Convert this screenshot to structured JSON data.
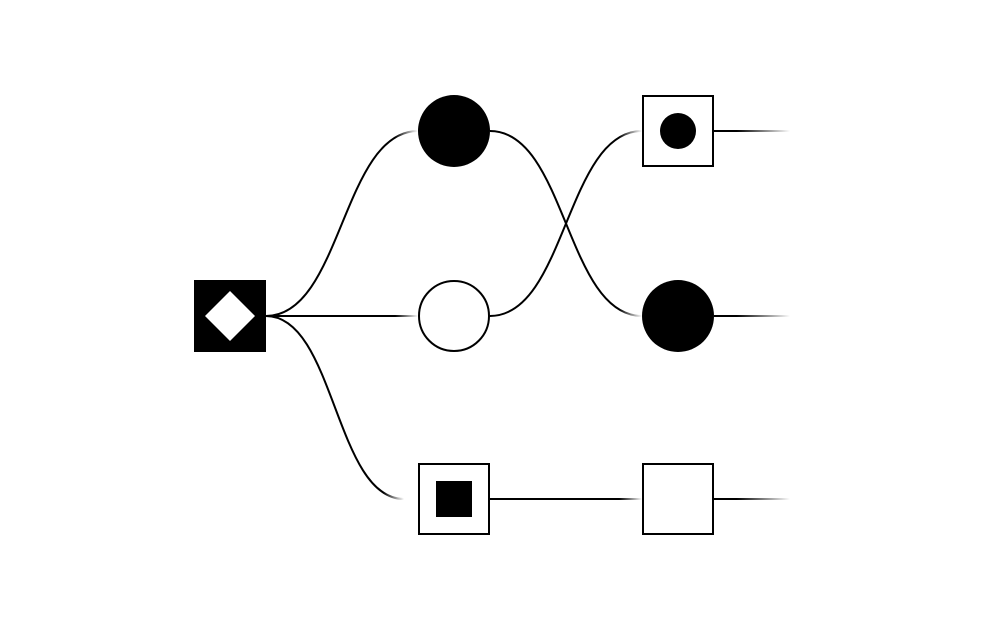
{
  "colors": {
    "background": "#ffffff",
    "ink": "#000000"
  },
  "nodes": [
    {
      "id": "source",
      "shape": "square-filled",
      "glyph": "diamond-white"
    },
    {
      "id": "a1",
      "shape": "circle-filled"
    },
    {
      "id": "a2",
      "shape": "circle-outline"
    },
    {
      "id": "a3",
      "shape": "square-outline",
      "glyph": "square-filled"
    },
    {
      "id": "b1",
      "shape": "square-outline",
      "glyph": "circle-filled"
    },
    {
      "id": "b2",
      "shape": "circle-filled"
    },
    {
      "id": "b3",
      "shape": "square-outline"
    }
  ],
  "edges": [
    {
      "from": "source",
      "to": "a1"
    },
    {
      "from": "source",
      "to": "a2"
    },
    {
      "from": "source",
      "to": "a3"
    },
    {
      "from": "a1",
      "to": "b2"
    },
    {
      "from": "a2",
      "to": "b1"
    },
    {
      "from": "a3",
      "to": "b3"
    },
    {
      "from": "b1",
      "to": "out"
    },
    {
      "from": "b2",
      "to": "out"
    },
    {
      "from": "b3",
      "to": "out"
    }
  ]
}
